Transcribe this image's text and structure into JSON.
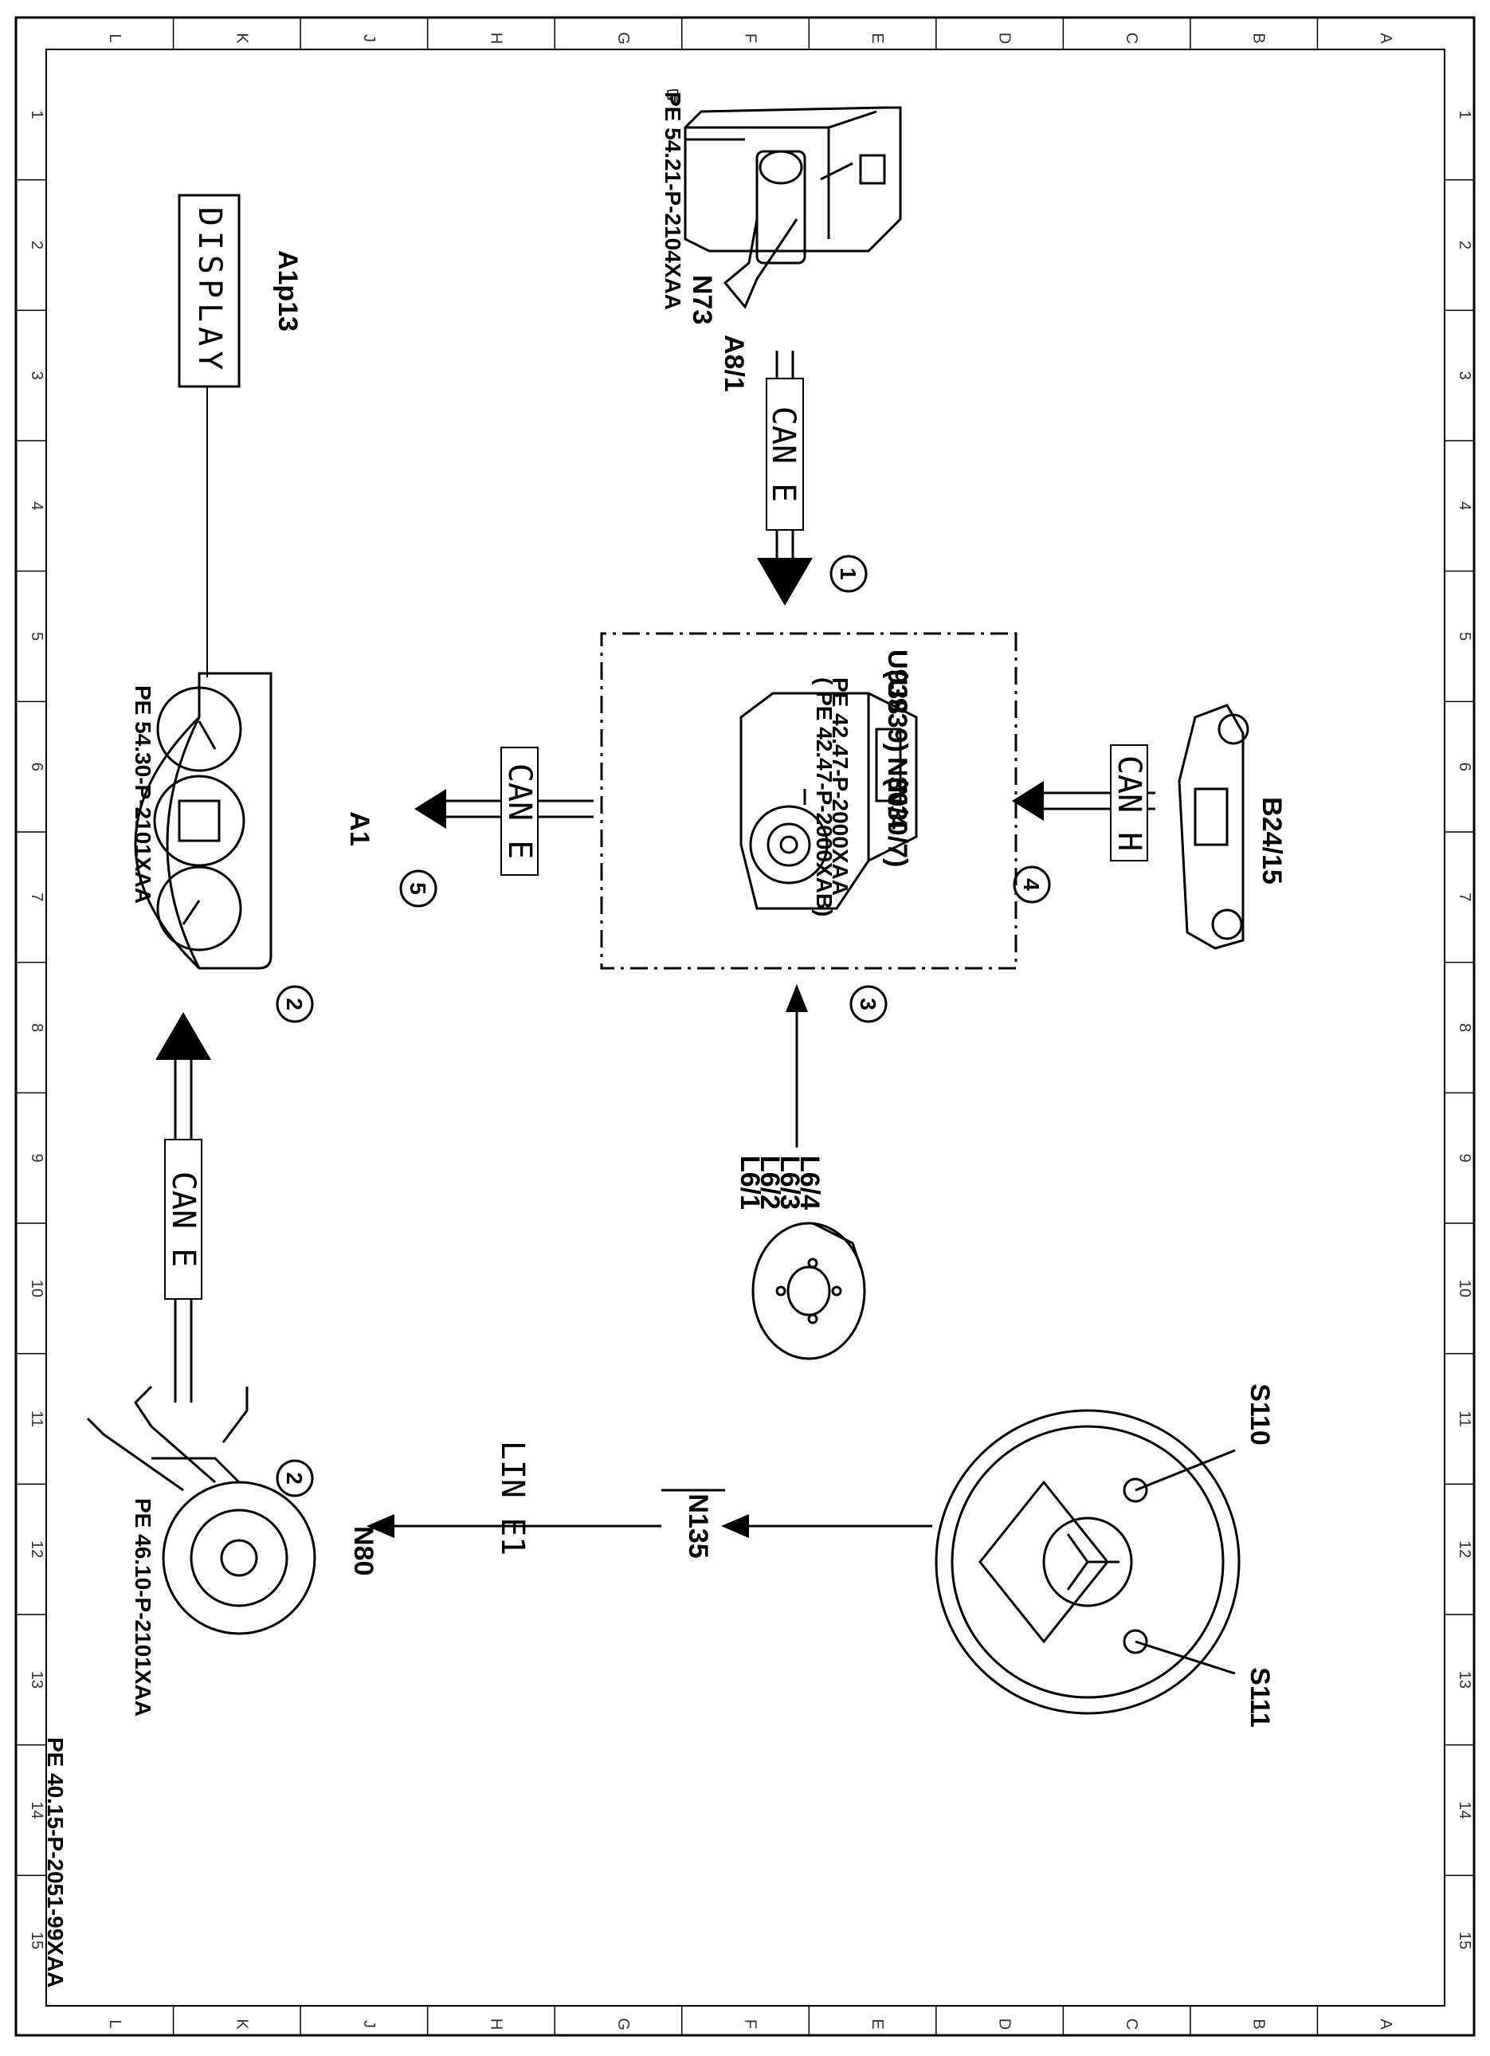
{
  "frame": {
    "columns": [
      "L",
      "K",
      "J",
      "H",
      "G",
      "F",
      "E",
      "D",
      "C",
      "B",
      "A"
    ],
    "rows": [
      "1",
      "2",
      "3",
      "4",
      "5",
      "6",
      "7",
      "8",
      "9",
      "10",
      "11",
      "12",
      "13",
      "14",
      "15"
    ],
    "document_ref": "PE 40.15-P-2051-99XAA"
  },
  "components": {
    "a8_1": "A8/1",
    "n73": "N73",
    "n73_ref": "PE 54.21-P-2104XAA",
    "a1p13": "A1p13",
    "display_text": "DISPLAY",
    "a1": "A1",
    "a1_ref": "PE 54.30-P-2101XAA",
    "u938": "U938",
    "u939": "(U939)",
    "n30_4": "N30/4",
    "n30_7": "(N30/7)",
    "n30_ref1": "PE  42.47-P-2000XAA",
    "n30_ref2": "(  PE  42.47-P-2000XAB)",
    "b24_15": "B24/15",
    "l6_sensors": [
      "L6/1",
      "L6/2",
      "L6/3",
      "L6/4"
    ],
    "n80": "N80",
    "n80_ref": "PE 46.10-P-2101XAA",
    "n135": "N135",
    "s110": "S110",
    "s111": "S111"
  },
  "connections": [
    {
      "id": "1",
      "bus": "CAN E",
      "from": "A8/1",
      "to": "N30/4"
    },
    {
      "id": "5",
      "bus": "CAN E",
      "from": "N30/4",
      "to": "A1"
    },
    {
      "id": "4",
      "bus": "CAN H",
      "from": "B24/15",
      "to": "N30/4"
    },
    {
      "id": "3",
      "bus": "",
      "from": "L6/1",
      "to": "N30/4"
    },
    {
      "id": "2",
      "bus": "CAN E",
      "from": "N80",
      "to": "A1"
    },
    {
      "id": "2",
      "bus": "LIN E1",
      "from": "N135",
      "to": "N80"
    }
  ]
}
